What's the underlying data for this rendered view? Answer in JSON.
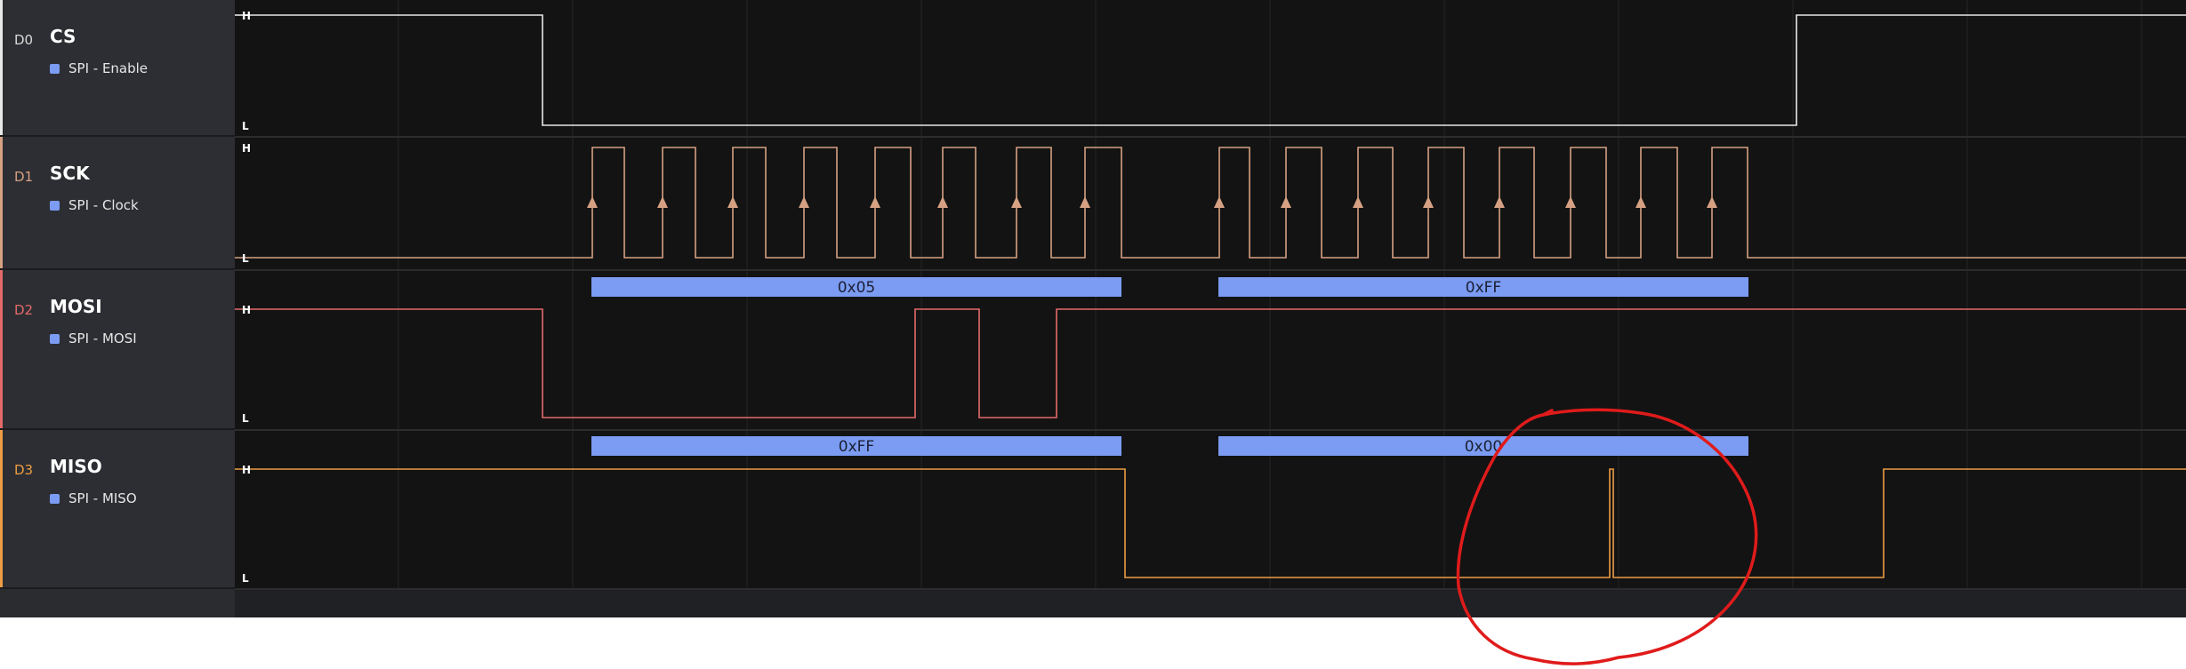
{
  "channels": [
    {
      "id": "D0",
      "name": "CS",
      "analyzer": "SPI - Enable",
      "color": "#e8e8e8",
      "id_color": "#d8d8d8"
    },
    {
      "id": "D1",
      "name": "SCK",
      "analyzer": "SPI - Clock",
      "color": "#d6a183",
      "id_color": "#d6a183"
    },
    {
      "id": "D2",
      "name": "MOSI",
      "analyzer": "SPI - MOSI",
      "color": "#e46a6a",
      "id_color": "#e46a6a"
    },
    {
      "id": "D3",
      "name": "MISO",
      "analyzer": "SPI - MISO",
      "color": "#ec9d45",
      "id_color": "#ec9d45"
    }
  ],
  "level_labels": {
    "high": "H",
    "low": "L"
  },
  "analyzer_color": "#7b9cf2",
  "decoded": {
    "mosi": [
      "0x05",
      "0xFF"
    ],
    "miso": [
      "0xFF",
      "0x00"
    ]
  },
  "annotation": {
    "shape": "freehand-circle",
    "color": "#e01b1b"
  }
}
